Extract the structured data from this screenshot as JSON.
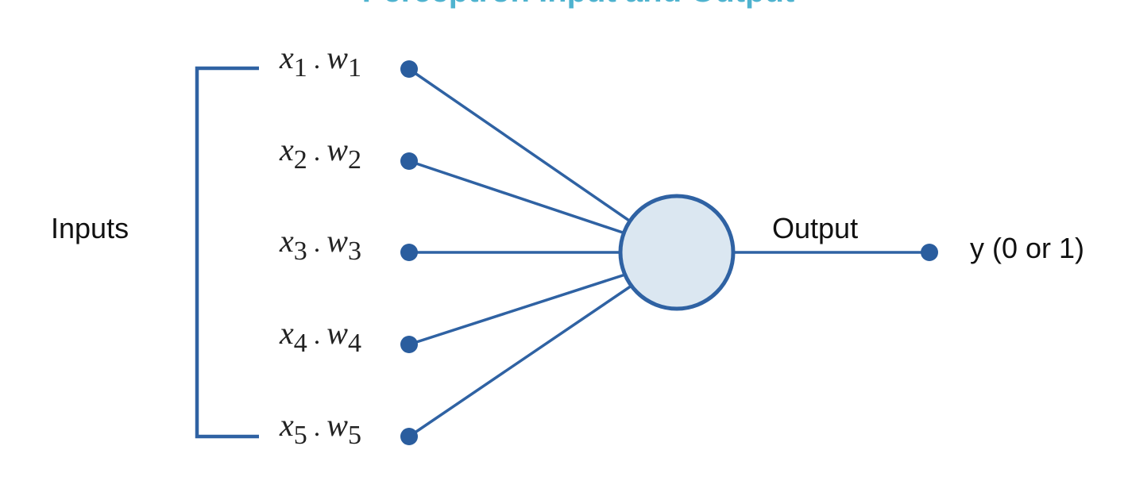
{
  "title": "Perceptron Input and Output",
  "inputs_label": "Inputs",
  "output_label": "Output",
  "output_value": "y (0 or 1)",
  "inputs": [
    {
      "x": "x",
      "x_sub": "1",
      "dot": ".",
      "w": "w",
      "w_sub": "1"
    },
    {
      "x": "x",
      "x_sub": "2",
      "dot": ".",
      "w": "w",
      "w_sub": "2"
    },
    {
      "x": "x",
      "x_sub": "3",
      "dot": ".",
      "w": "w",
      "w_sub": "3"
    },
    {
      "x": "x",
      "x_sub": "4",
      "dot": ".",
      "w": "w",
      "w_sub": "4"
    },
    {
      "x": "x",
      "x_sub": "5",
      "dot": ".",
      "w": "w",
      "w_sub": "5"
    }
  ],
  "colors": {
    "line": "#2f62a3",
    "node": "#2a5d9e",
    "neuron_fill": "#dbe7f1",
    "title": "#4fb3cf"
  }
}
